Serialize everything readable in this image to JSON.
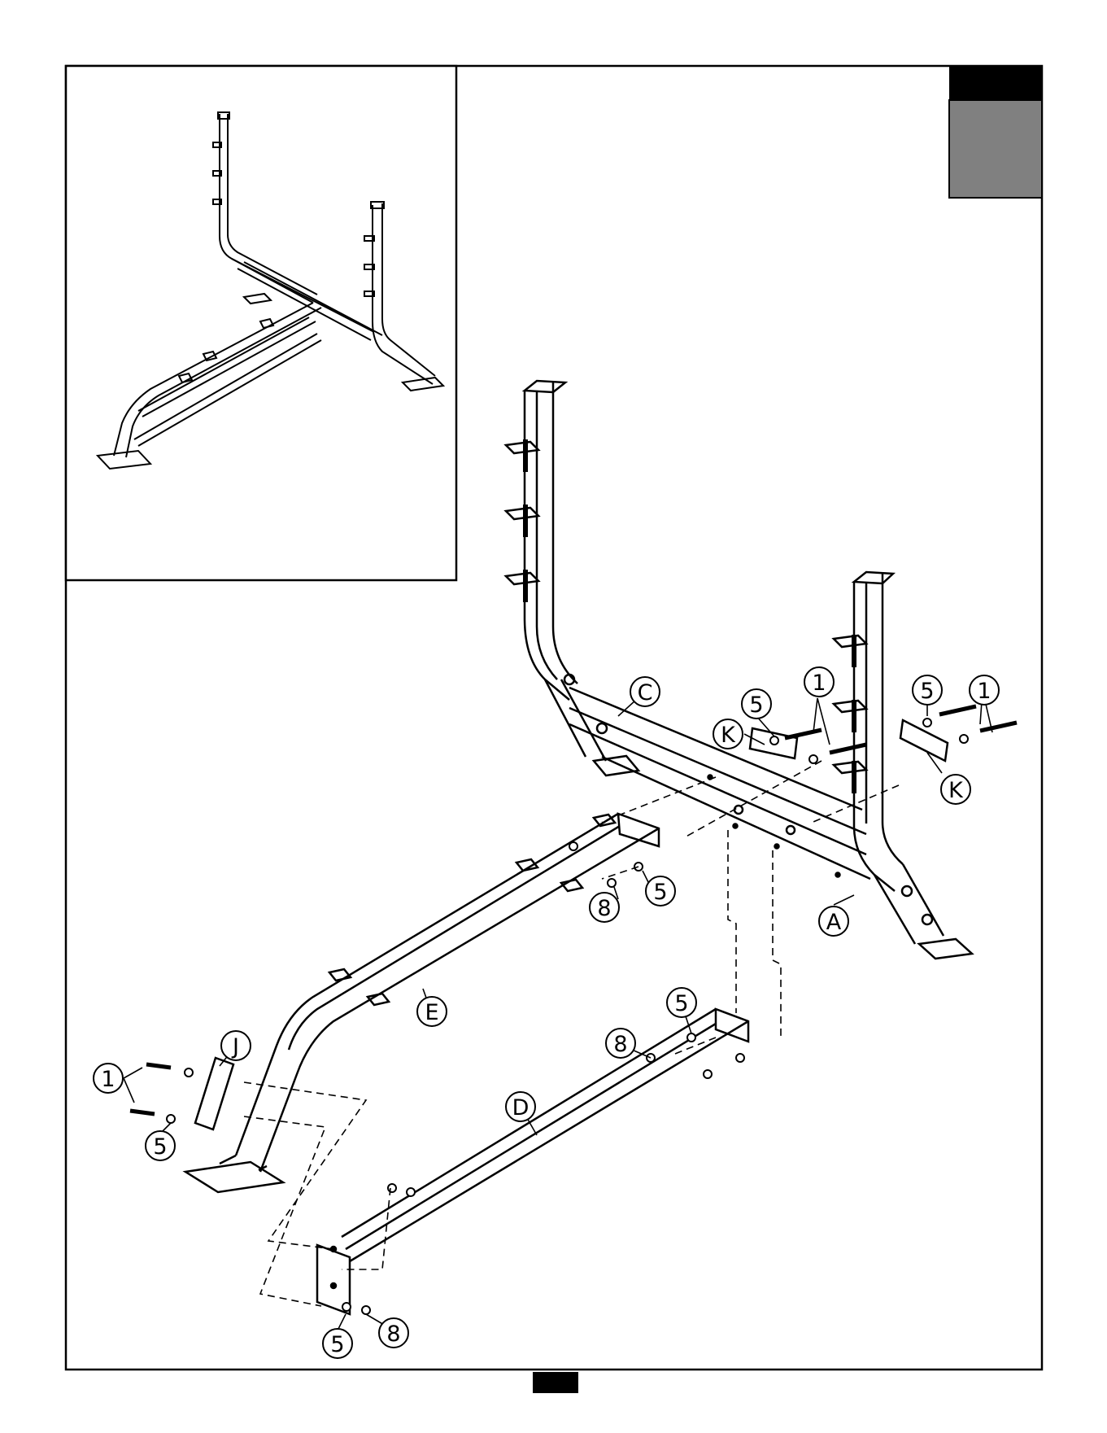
{
  "page": {
    "header_tab_top_color": "#000000",
    "header_tab_body_color": "#808080",
    "footer_tab_color": "#000000"
  },
  "callouts": [
    {
      "id": "c-part-C",
      "label": "C"
    },
    {
      "id": "c-part-A",
      "label": "A"
    },
    {
      "id": "c-part-E",
      "label": "E"
    },
    {
      "id": "c-part-D",
      "label": "D"
    },
    {
      "id": "c-part-J",
      "label": "J"
    },
    {
      "id": "c-part-K-left",
      "label": "K"
    },
    {
      "id": "c-part-K-right",
      "label": "K"
    },
    {
      "id": "c-bolt-1-center",
      "label": "1"
    },
    {
      "id": "c-bolt-1-right",
      "label": "1"
    },
    {
      "id": "c-bolt-1-left",
      "label": "1"
    },
    {
      "id": "c-washer-5-k",
      "label": "5"
    },
    {
      "id": "c-washer-5-right",
      "label": "5"
    },
    {
      "id": "c-washer-5-e",
      "label": "5"
    },
    {
      "id": "c-washer-5-d",
      "label": "5"
    },
    {
      "id": "c-washer-5-j",
      "label": "5"
    },
    {
      "id": "c-washer-5-bottom",
      "label": "5"
    },
    {
      "id": "c-nut-8-e",
      "label": "8"
    },
    {
      "id": "c-nut-8-d",
      "label": "8"
    },
    {
      "id": "c-nut-8-bottom",
      "label": "8"
    }
  ]
}
